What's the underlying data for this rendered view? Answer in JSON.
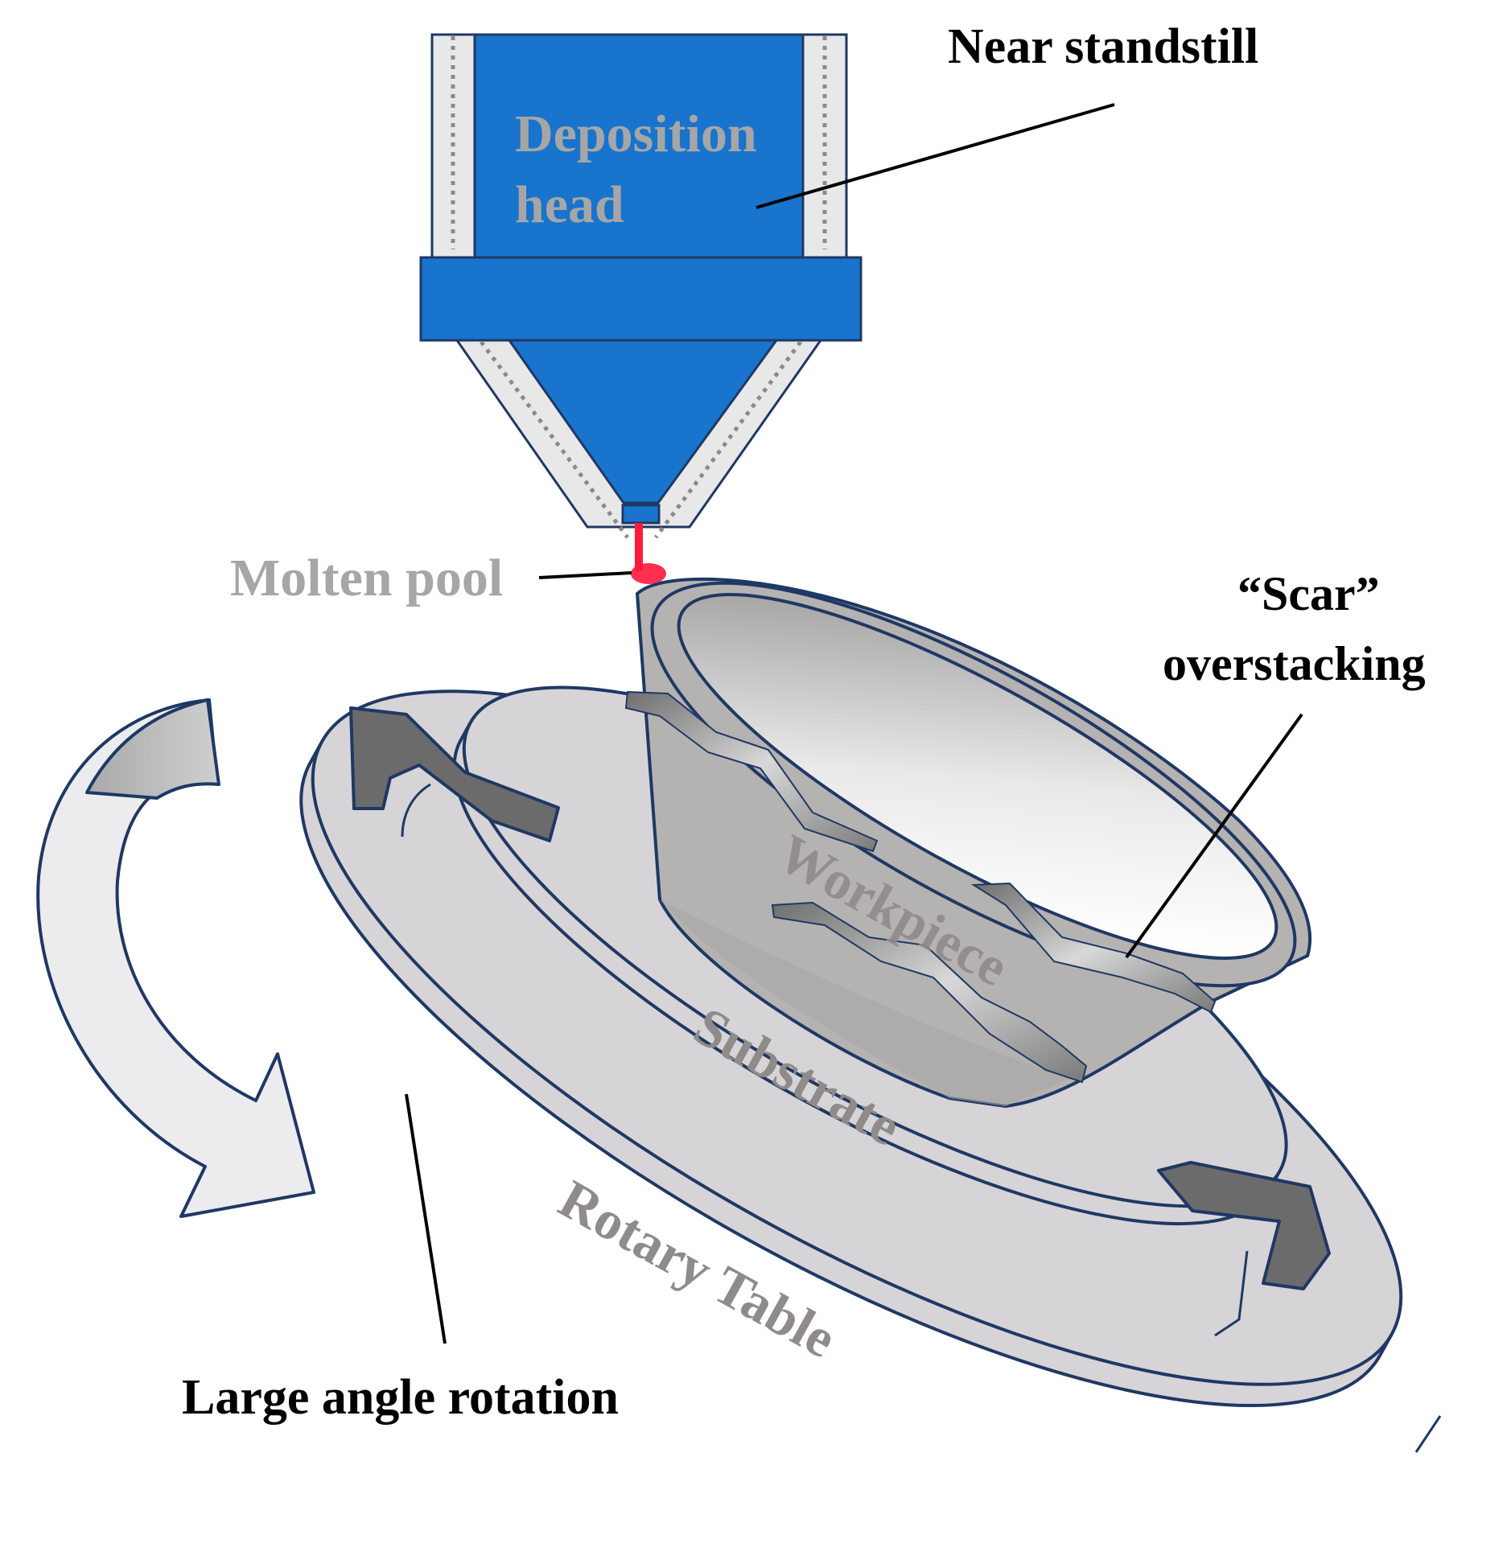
{
  "labels": {
    "deposition_head_line1": "Deposition",
    "deposition_head_line2": "head",
    "near_standstill": "Near standstill",
    "molten_pool": "Molten pool",
    "scar_line1": "“Scar”",
    "scar_line2": "overstacking",
    "workpiece": "Workpiece",
    "substrate": "Substrate",
    "rotary_table": "Rotary Table",
    "large_angle_rotation": "Large angle rotation"
  },
  "colors": {
    "head_blue": "#1874cd",
    "outline_navy": "#1f3864",
    "table_gray": "#d6d4d6",
    "workpiece_gray": "#b5b2b2",
    "dark_gray": "#6b6b6b",
    "label_gray": "#a6a6a6",
    "molten_red": "#ff1a3c",
    "arrow_light": "#ececee"
  }
}
